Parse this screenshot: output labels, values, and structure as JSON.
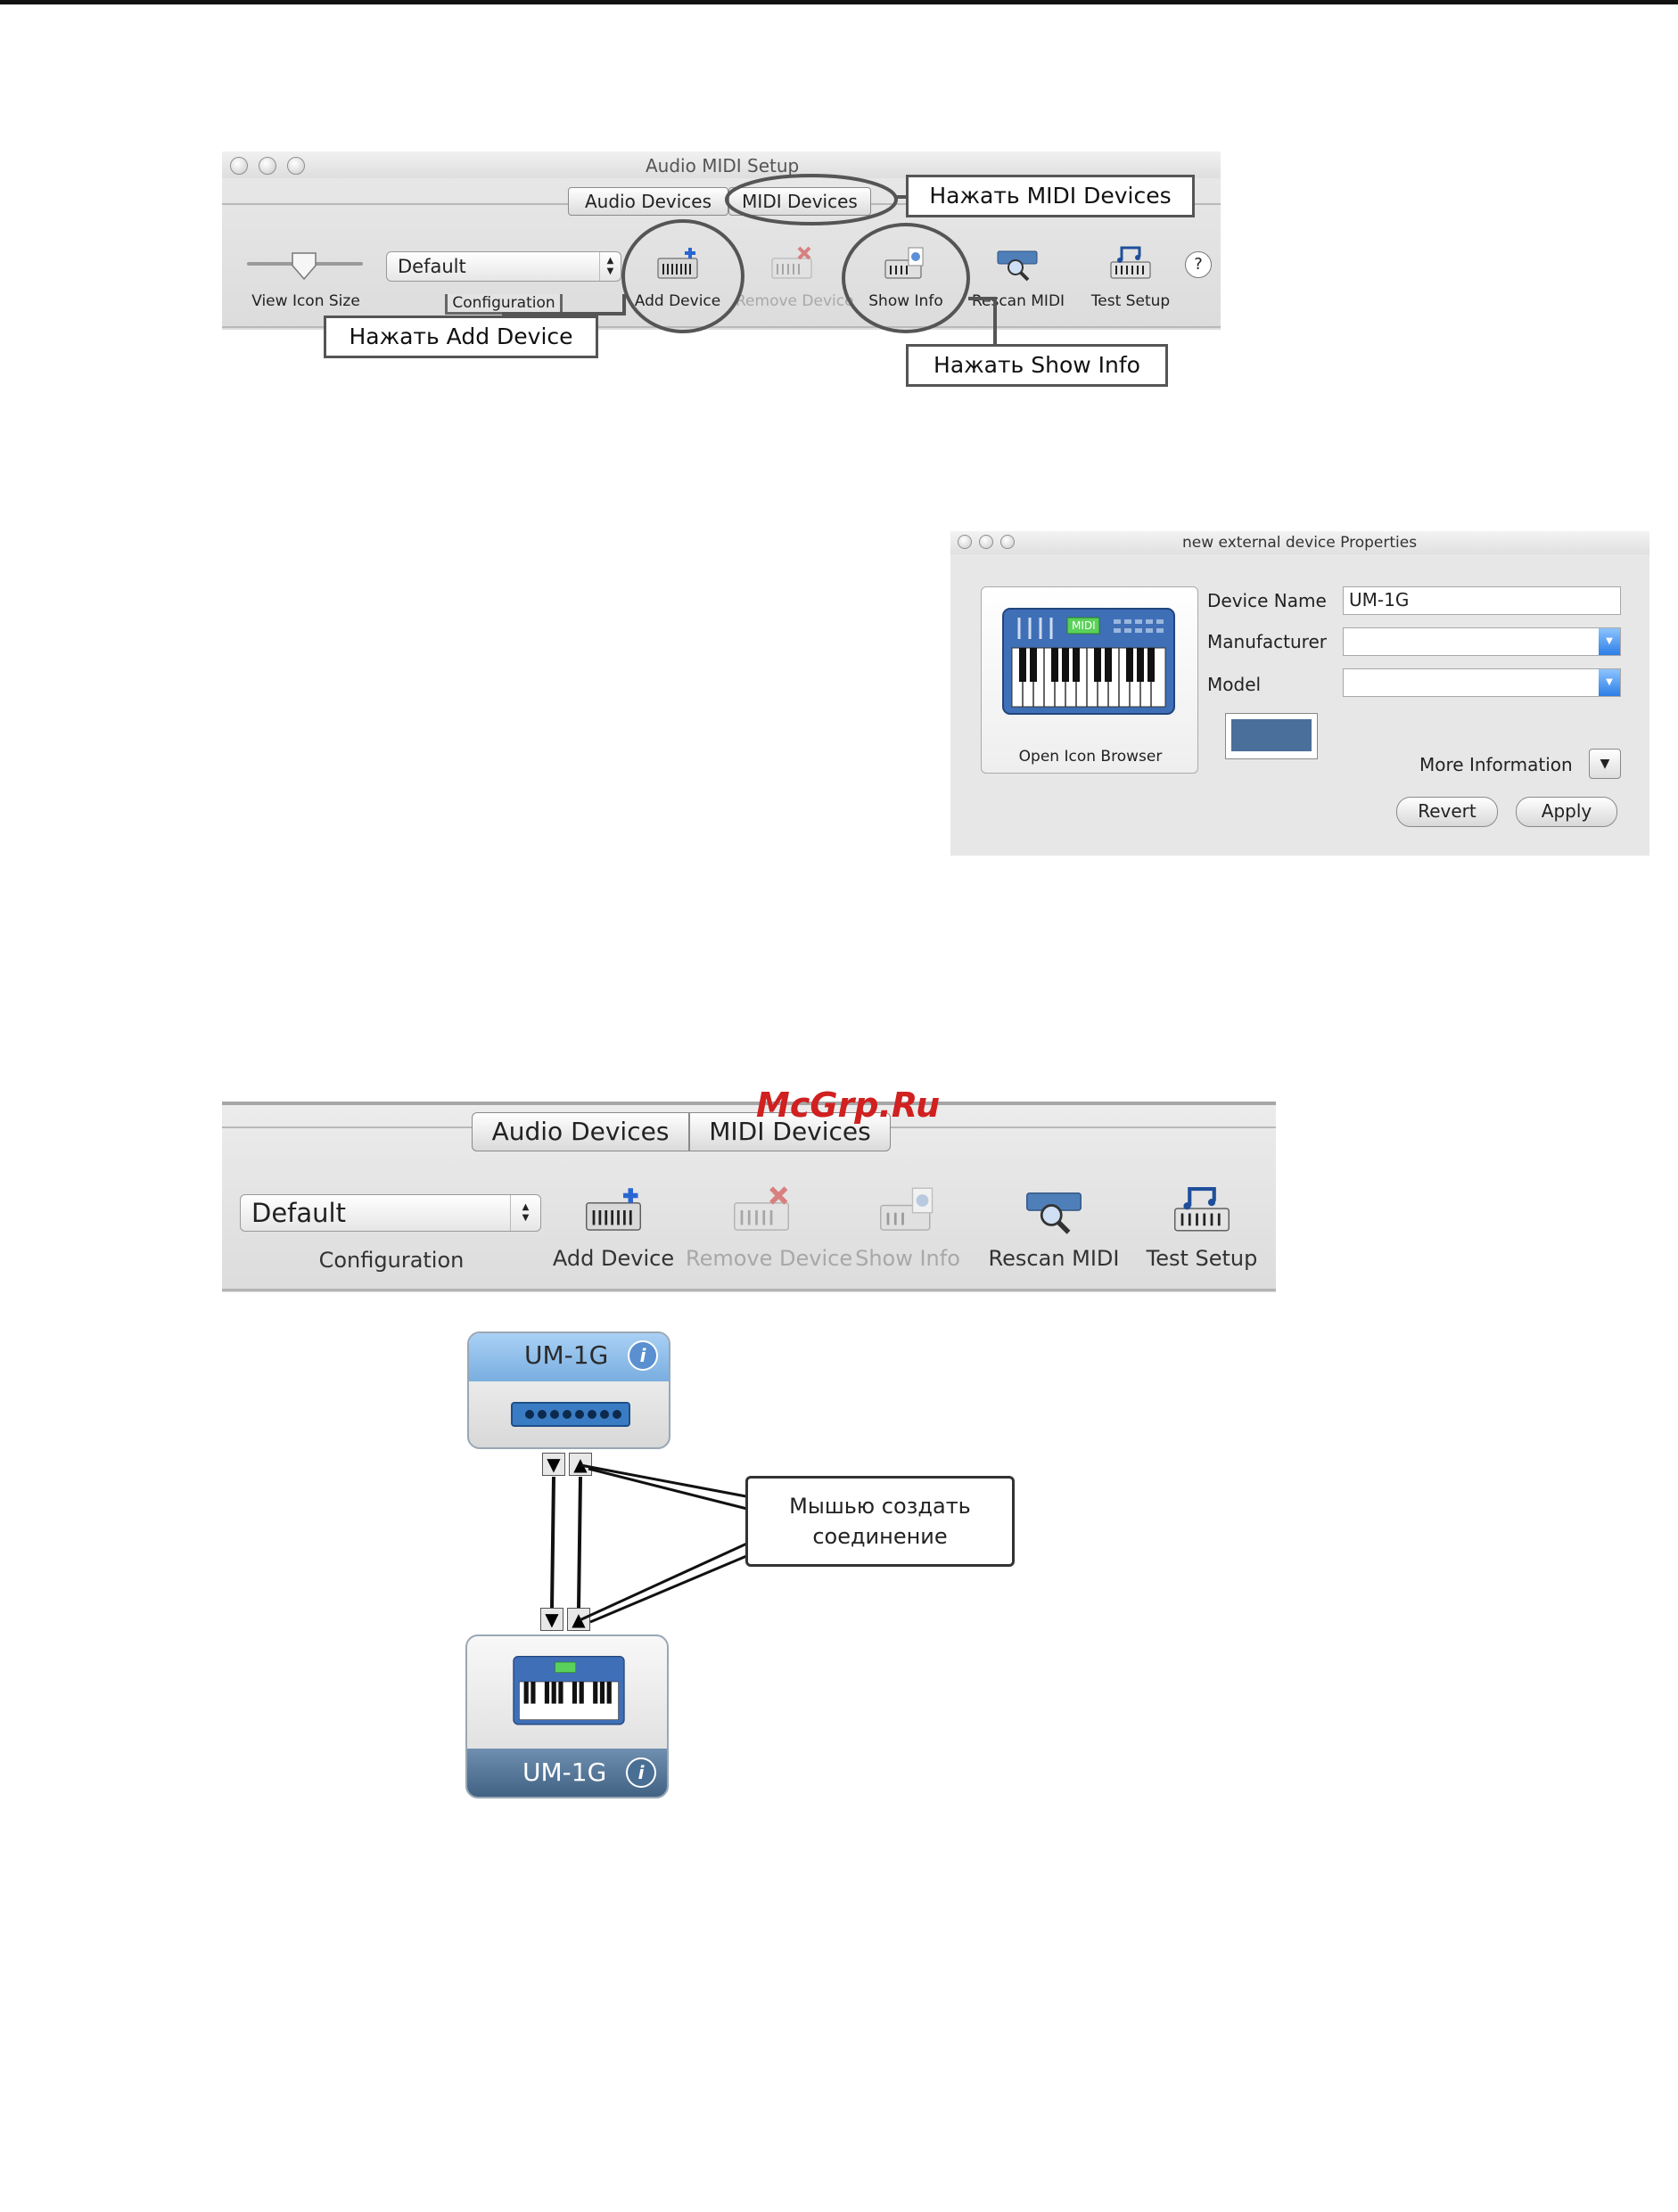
{
  "win1": {
    "title": "Audio MIDI Setup",
    "tabs": [
      "Audio Devices",
      "MIDI Devices"
    ],
    "slider_label": "View Icon Size",
    "config_value": "Default",
    "config_label": "Configuration",
    "toolbar": [
      {
        "label": "Add Device",
        "icon": "add-device-icon",
        "enabled": true
      },
      {
        "label": "Remove Device",
        "icon": "remove-device-icon",
        "enabled": false
      },
      {
        "label": "Show Info",
        "icon": "show-info-icon",
        "enabled": true
      },
      {
        "label": "Rescan MIDI",
        "icon": "rescan-midi-icon",
        "enabled": true
      },
      {
        "label": "Test Setup",
        "icon": "test-setup-icon",
        "enabled": true
      }
    ],
    "help": "?",
    "callouts": {
      "midi_devices": "Нажать MIDI Devices",
      "add_device": "Нажать Add Device",
      "show_info": "Нажать Show Info"
    }
  },
  "win2": {
    "title": "new external device Properties",
    "icon_label": "MIDI",
    "open_icon_browser": "Open Icon Browser",
    "device_name_label": "Device Name",
    "device_name_value": "UM-1G",
    "manufacturer_label": "Manufacturer",
    "model_label": "Model",
    "more_info": "More Information",
    "revert": "Revert",
    "apply": "Apply",
    "swatch_color": "#4a6f9a"
  },
  "win3": {
    "tabs": [
      "Audio Devices",
      "MIDI Devices"
    ],
    "watermark": "McGrp.Ru",
    "config_value": "Default",
    "config_label": "Configuration",
    "toolbar": [
      {
        "label": "Add Device",
        "enabled": true
      },
      {
        "label": "Remove Device",
        "enabled": false
      },
      {
        "label": "Show Info",
        "enabled": false
      },
      {
        "label": "Rescan MIDI",
        "enabled": true
      },
      {
        "label": "Test Setup",
        "enabled": true
      }
    ]
  },
  "devices": {
    "interface_name": "UM-1G",
    "keyboard_name": "UM-1G",
    "callout": "Мышью создать соединение"
  }
}
